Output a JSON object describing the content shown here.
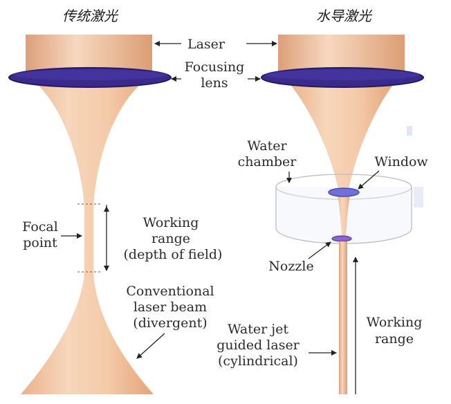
{
  "titles": {
    "left": "传统激光",
    "right": "水导激光"
  },
  "labels": {
    "laser": "Laser",
    "focusing_lens_1": "Focusing",
    "focusing_lens_2": "lens",
    "water_chamber_1": "Water",
    "water_chamber_2": "chamber",
    "window": "Window",
    "focal_point_1": "Focal",
    "focal_point_2": "point",
    "working_range_dof_1": "Working",
    "working_range_dof_2": "range",
    "working_range_dof_3": "(depth of field)",
    "nozzle": "Nozzle",
    "conventional_1": "Conventional",
    "conventional_2": "laser beam",
    "conventional_3": "(divergent)",
    "water_jet_1": "Water jet",
    "water_jet_2": "guided laser",
    "water_jet_3": "(cylindrical)",
    "working_range_right_1": "Working",
    "working_range_right_2": "range"
  },
  "colors": {
    "beam": "#f2c29e",
    "beam_dark": "#e3a57c",
    "lens": "#3a2a8c",
    "lens_edge": "#241a63",
    "chamber_line": "#b8b8c8",
    "window_ring": "#6a6ad0"
  }
}
